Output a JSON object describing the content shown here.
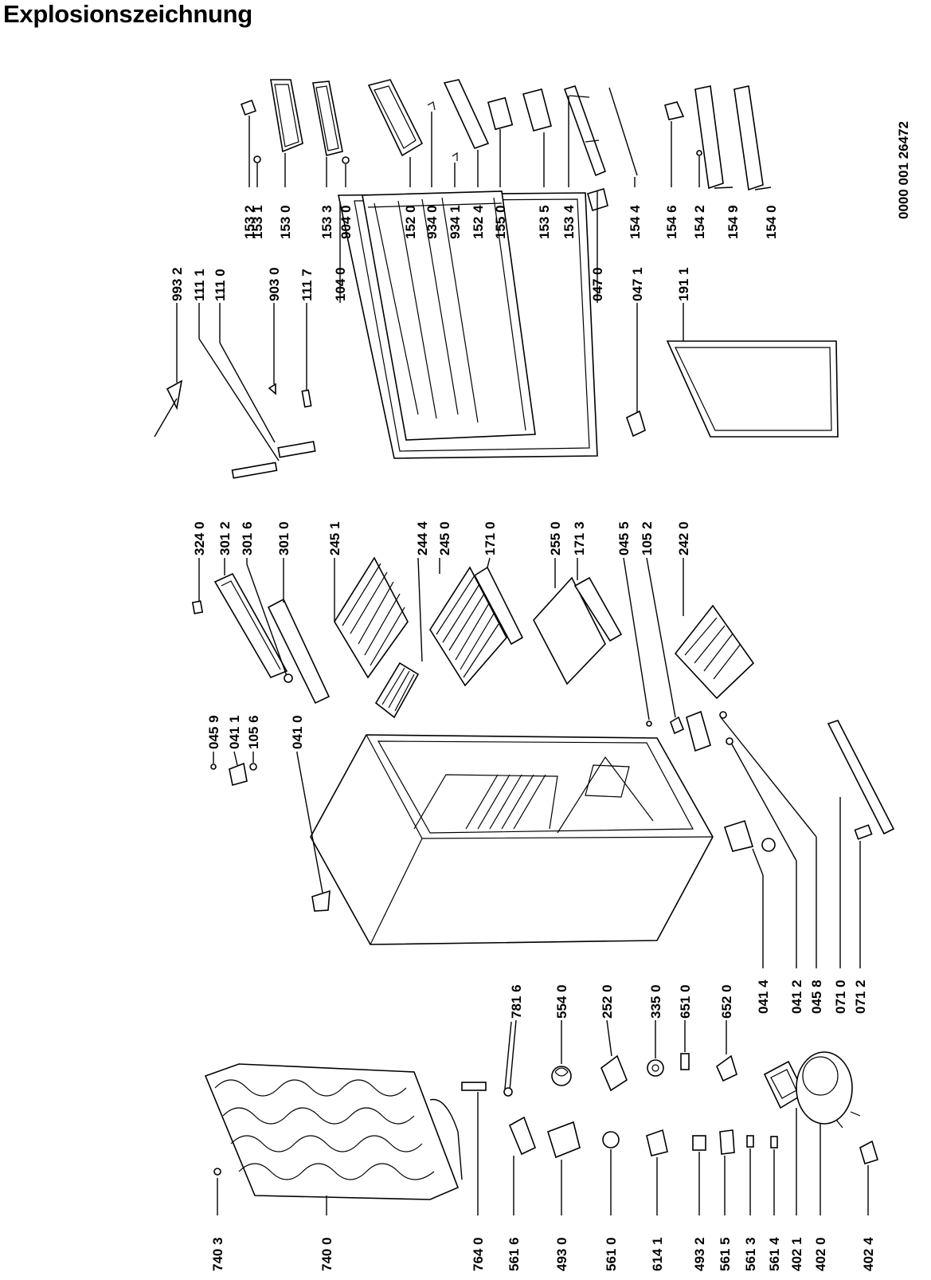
{
  "title": "Explosionszeichnung",
  "document_number": "0000 001 26472",
  "right_column_labels": [
    "153 2",
    "153 1",
    "153 0",
    "153 3",
    "904 0",
    "152 0",
    "934 0",
    "934 1",
    "152 4",
    "155 0",
    "153 5",
    "153 4",
    "154 4",
    "154 6",
    "154 2",
    "154 9",
    "154 0"
  ],
  "door_column_labels": [
    "993 2",
    "111 1",
    "111 0",
    "903 0",
    "111 7",
    "104 0",
    "047 0",
    "047 1",
    "191 1"
  ],
  "shelf_column_labels": [
    "324 0",
    "301 2",
    "301 6",
    "301 0",
    "245 1",
    "244 4",
    "245 0",
    "171 0",
    "255 0",
    "171 3",
    "045 5",
    "105 2",
    "242 0"
  ],
  "cabinet_top_labels": [
    "045 9",
    "041 1",
    "105 6",
    "041 0"
  ],
  "cabinet_bottom_labels": [
    "041 4",
    "041 2",
    "045 8",
    "071 0",
    "071 2"
  ],
  "component_right_labels": [
    "781 6",
    "554 0",
    "252 0",
    "335 0",
    "651 0",
    "652 0"
  ],
  "bottom_row_labels": [
    "740 3",
    "740 0",
    "764 0",
    "561 6",
    "493 0",
    "561 0",
    "614 1",
    "493 2",
    "561 5",
    "561 3",
    "561 4",
    "402 1",
    "402 0",
    "402 4"
  ]
}
